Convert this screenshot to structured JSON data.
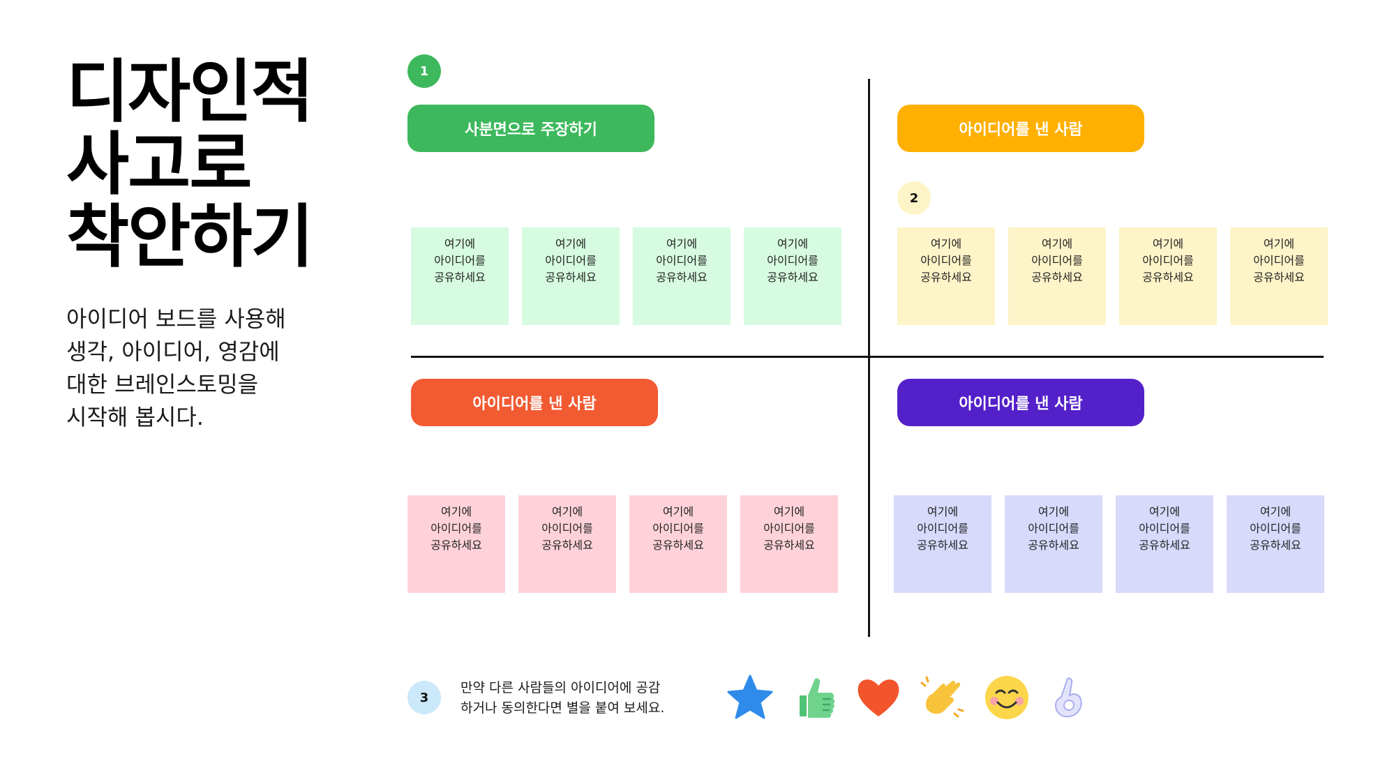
{
  "title_lines": [
    "디자인적",
    "사고로",
    "착안하기"
  ],
  "description_lines": [
    "아이디어 보드를 사용해",
    "생각, 아이디어, 영감에",
    "대한 브레인스토밍을",
    "시작해 봅시다."
  ],
  "steps": {
    "one": "1",
    "two": "2",
    "three": "3"
  },
  "colors": {
    "green": "#3db85c",
    "yellow": "#ffb000",
    "orange": "#f25a32",
    "purple": "#5320c9",
    "note_green": "#d6fbe0",
    "note_yellow": "#fdf4c8",
    "note_pink": "#ffd2da",
    "note_purple": "#d8dafc"
  },
  "quadrants": {
    "top_left": {
      "label": "사분면으로 주장하기"
    },
    "top_right": {
      "label": "아이디어를 낸 사람"
    },
    "bottom_left": {
      "label": "아이디어를 낸 사람"
    },
    "bottom_right": {
      "label": "아이디어를 낸 사람"
    }
  },
  "note": {
    "line1": "여기에",
    "line2": "아이디어를",
    "line3": "공유하세요"
  },
  "instruction_lines": [
    "만약 다른 사람들의 아이디어에 공감",
    "하거나 동의한다면 별을 붙여 보세요."
  ],
  "reactions": [
    "star-icon",
    "thumbs-up-icon",
    "heart-icon",
    "clapping-hands-icon",
    "smiley-face-icon",
    "ok-hand-icon"
  ]
}
